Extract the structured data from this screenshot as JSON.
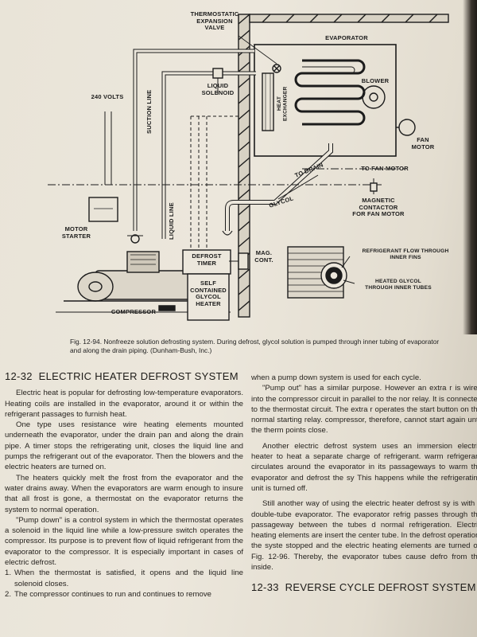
{
  "figure": {
    "labels": {
      "thermostatic_expansion_valve": "THERMOSTATIC\nEXPANSION\nVALVE",
      "evaporator": "EVAPORATOR",
      "blower": "BLOWER",
      "fan_motor": "FAN\nMOTOR",
      "volts": "240 VOLTS",
      "suction_line": "SUCTION LINE",
      "liquid_solenoid": "LIQUID\nSOLENOID",
      "heat_exchanger": "HEAT\nEXCHANGER",
      "to_drain": "TO DRAIN",
      "to_fan_motor": "TO FAN MOTOR",
      "glycol": "GLYCOL",
      "magnetic_contactor": "MAGNETIC\nCONTACTOR\nFOR FAN MOTOR",
      "liquid_line": "LIQUID LINE",
      "motor_starter": "MOTOR\nSTARTER",
      "mag_cont": "MAG.\nCONT.",
      "defrost_timer": "DEFROST\nTIMER",
      "self_contained_heater": "SELF\nCONTAINED\nGLYCOL\nHEATER",
      "compressor": "COMPRESSOR",
      "refrigerant_flow": "REFRIGERANT FLOW THROUGH\nINNER FINS",
      "heated_glycol": "HEATED GLYCOL\nTHROUGH INNER TUBES"
    },
    "caption": "Fig. 12-94.  Nonfreeze solution defrosting system. During defrost, glycol solution is pumped through inner tubing of evaporator and along the drain piping.   (Dunham-Bush, Inc.)"
  },
  "left_column": {
    "heading_number": "12-32",
    "heading_title": "ELECTRIC HEATER DEFROST SYSTEM",
    "paragraphs": [
      "Electric heat is popular for defrosting low-temperature evaporators. Heating coils are installed in the evaporator, around it or within the refrigerant passages to furnish heat.",
      "One type uses resistance wire heating elements mounted underneath the evaporator, under the drain pan and along the drain pipe. A timer stops the refrigerating unit, closes the liquid line and pumps the refrigerant out of the evaporator. Then the blowers and the electric heaters are turned on.",
      "The heaters quickly melt the frost from the evaporator and the water drains away. When the evaporators are warm enough to insure that all frost is gone, a thermostat on the evaporator returns the system to normal operation.",
      "\"Pump down\" is a control system in which the thermostat operates a solenoid in the liquid line while a low-pressure switch operates the compressor. Its purpose is to prevent flow of liquid refrigerant from the evaporator to the compressor. It is especially important in cases of electric defrost."
    ],
    "list": [
      {
        "num": "1.",
        "text": "When the thermostat is satisfied, it opens and the liquid line solenoid closes."
      },
      {
        "num": "2.",
        "text": "The compressor continues to run and continues to remove"
      }
    ]
  },
  "right_column": {
    "paragraphs": [
      "when a pump down system is used for each cycle.",
      "\"Pump out\" has a similar purpose. However an extra r is wired into the compressor circuit in parallel to the nor relay. It is connected to the thermostat circuit. The extra r operates the start button on the normal starting relay. compressor, therefore, cannot start again until the therm points close.",
      "Another electric defrost system uses an immersion electric heater to heat a separate charge of refrigerant. warm refrigerant circulates around the evaporator in its passageways to warm the evaporator and defrost the sy This happens while the refrigerating unit is turned off.",
      "Still another way of using the electric heater defrost sy is with a double-tube evaporator. The evaporator refrig passes through the passageway between the tubes d normal refrigeration. Electric heating elements are insert the center tube. In the defrost operation, the syste stopped and the electric heating elements are turned on Fig. 12-96. Thereby, the evaporator tubes cause defro from the inside."
    ],
    "heading_number": "12-33",
    "heading_title": "REVERSE CYCLE DEFROST SYSTEM"
  }
}
